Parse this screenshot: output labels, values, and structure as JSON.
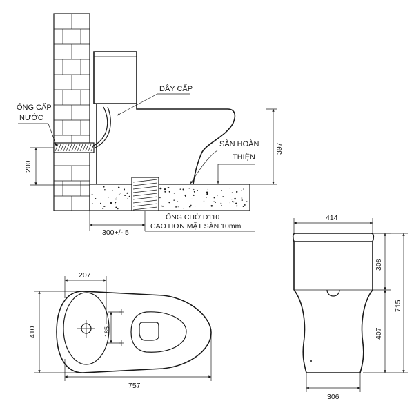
{
  "side_view": {
    "label_water_pipe_line1": "ỐNG CẤP",
    "label_water_pipe_line2": "NƯỚC",
    "label_supply_hose": "DÂY CẤP",
    "label_finished_floor_line1": "SÀN HOÀN",
    "label_finished_floor_line2": "THIỆN",
    "label_drain_line1": "ỐNG CHỜ D110",
    "label_drain_line2": "CAO HƠN MẶT SÀN 10mm",
    "dim_inlet_height": "200",
    "dim_bowl_height": "397",
    "dim_drain_offset": "300+/- 5"
  },
  "top_view": {
    "dim_tank_width": "207",
    "dim_total_length": "757",
    "dim_width": "410",
    "dim_mount_spacing": "185"
  },
  "front_view": {
    "dim_tank_width": "414",
    "dim_base_width": "306",
    "dim_tank_height": "308",
    "dim_bowl_height": "407",
    "dim_total_height": "715"
  },
  "colors": {
    "line": "#1a1a1a",
    "background": "#ffffff"
  }
}
